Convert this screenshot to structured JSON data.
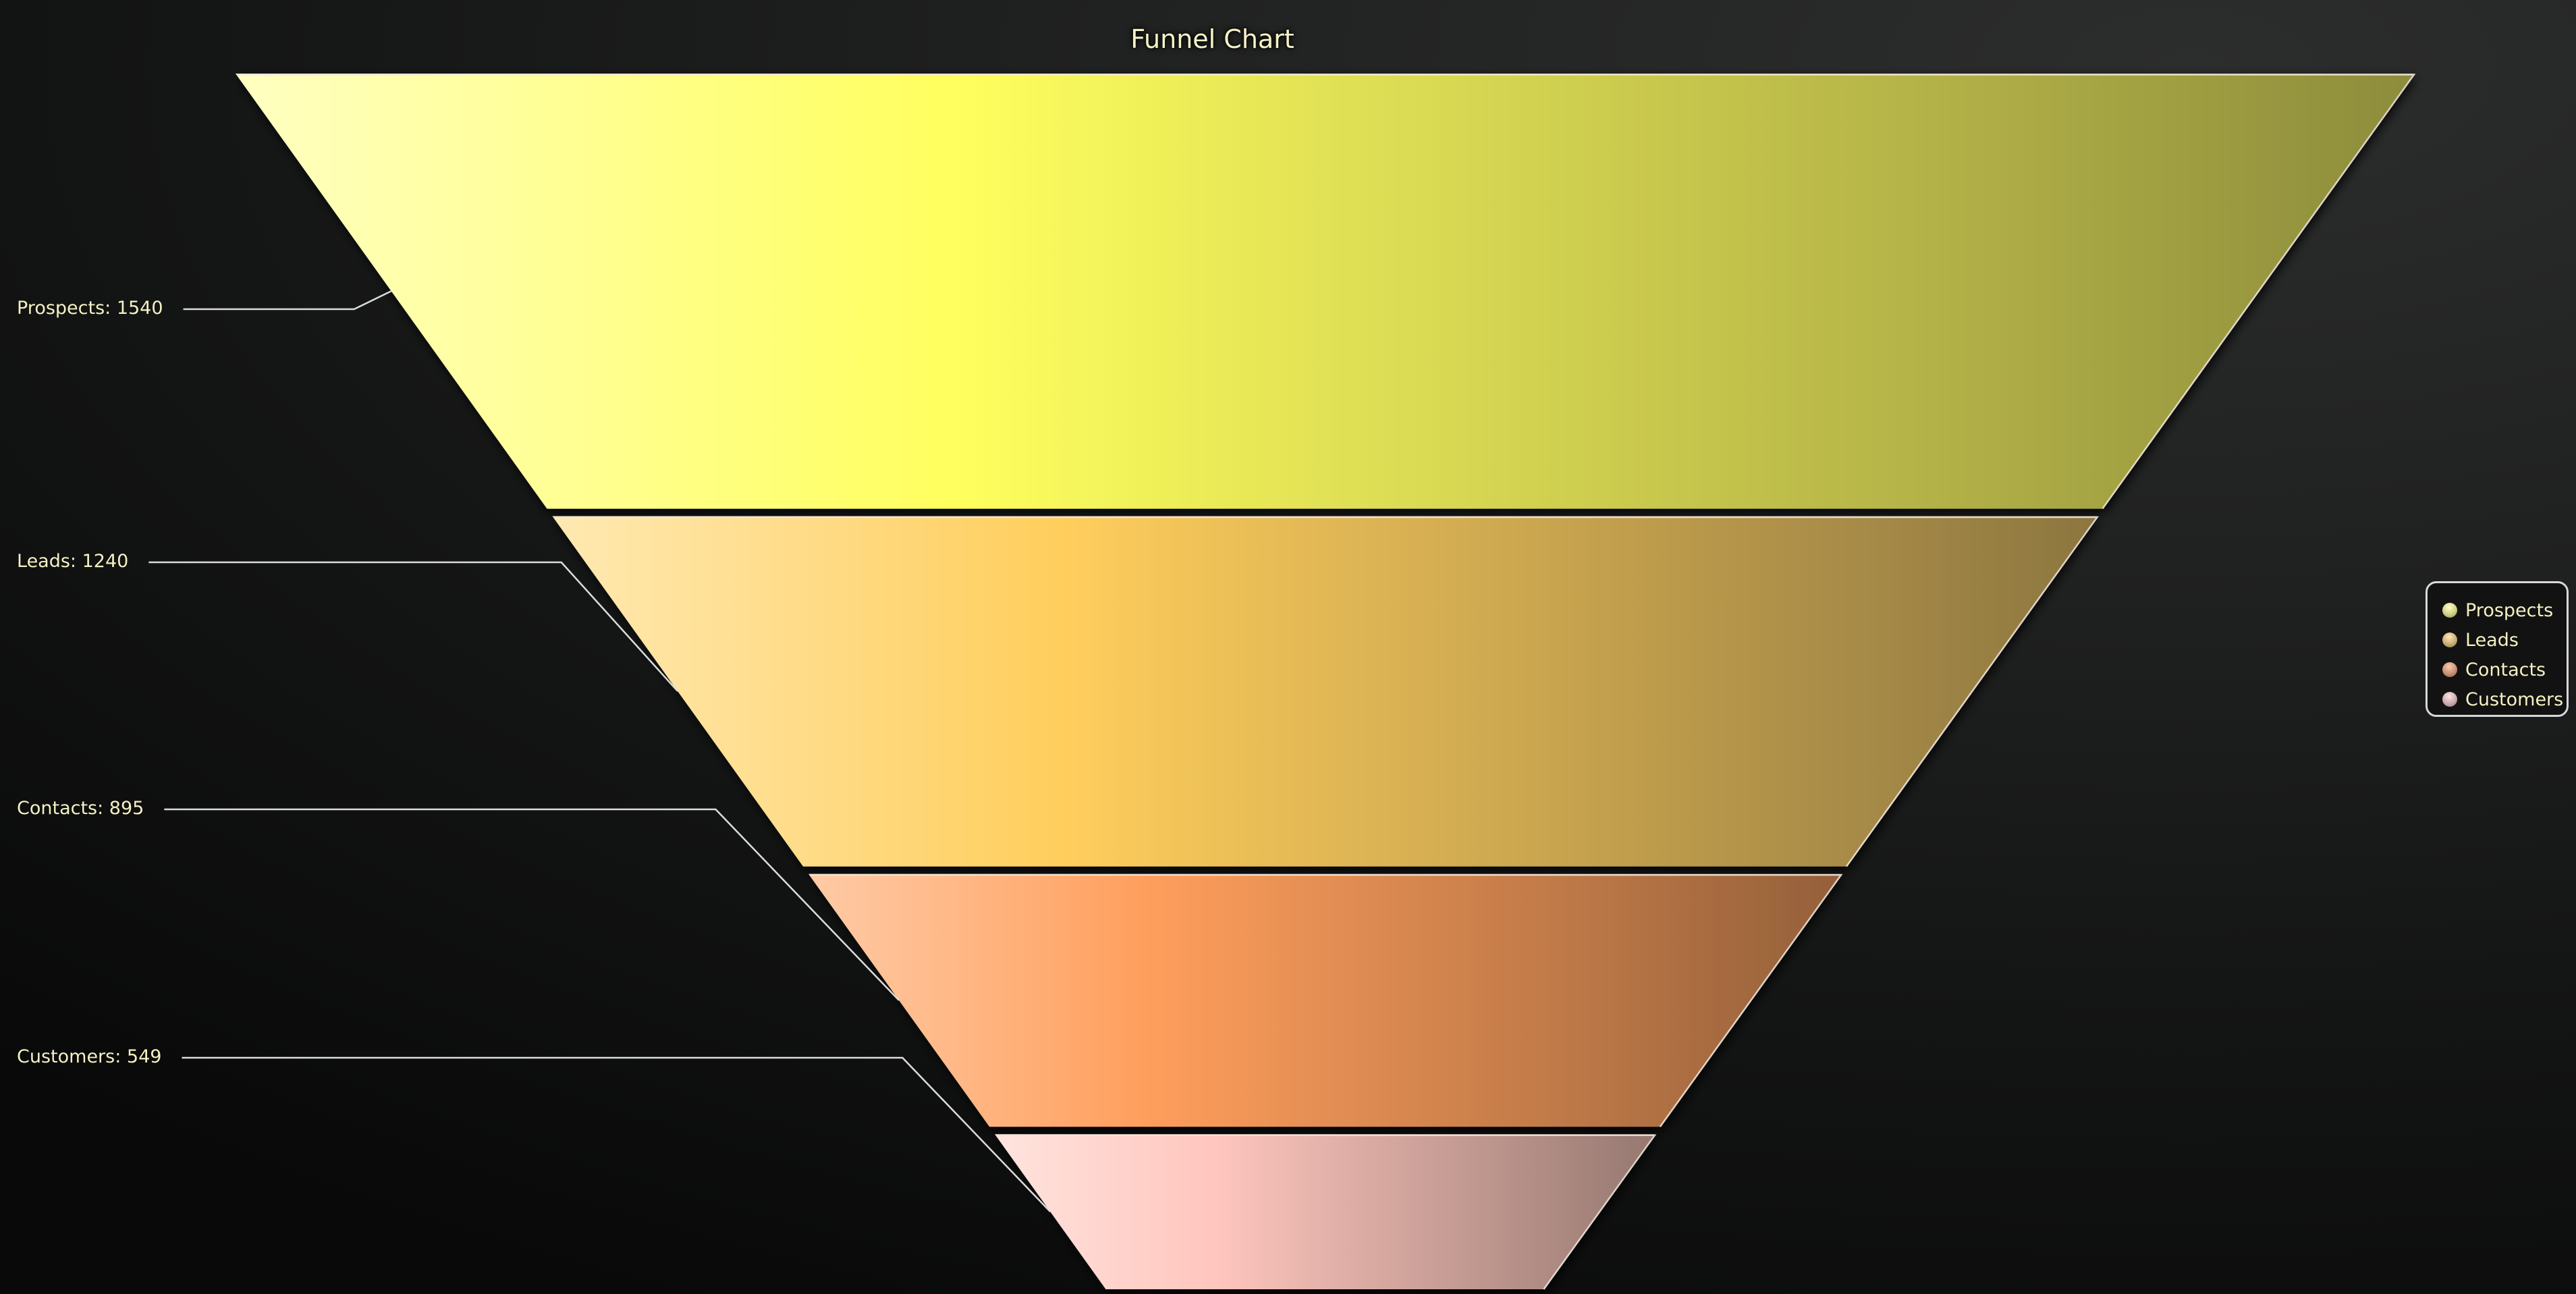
{
  "chart_data": {
    "type": "funnel",
    "title": "Funnel Chart",
    "categories": [
      "Prospects",
      "Leads",
      "Contacts",
      "Customers"
    ],
    "values": [
      1540,
      1240,
      895,
      549
    ],
    "labels": [
      "Prospects: 1540",
      "Leads: 1240",
      "Contacts: 895",
      "Customers: 549"
    ],
    "legend": {
      "placement": "right",
      "entries": [
        "Prospects",
        "Leads",
        "Contacts",
        "Customers"
      ]
    },
    "colors": [
      {
        "light": "#FFFFC2",
        "main": "#FFFF5E",
        "dark": "#8D8C3C",
        "dot": "#cfd08a"
      },
      {
        "light": "#FFE9B2",
        "main": "#FFCE5C",
        "dark": "#8C7640",
        "dot": "#c9ad7a"
      },
      {
        "light": "#FFCBA6",
        "main": "#FF9E5C",
        "dark": "#94603A",
        "dot": "#c8907a"
      },
      {
        "light": "#FFE4DE",
        "main": "#FFC6BE",
        "dark": "#957870",
        "dot": "#c9aab0"
      }
    ]
  }
}
